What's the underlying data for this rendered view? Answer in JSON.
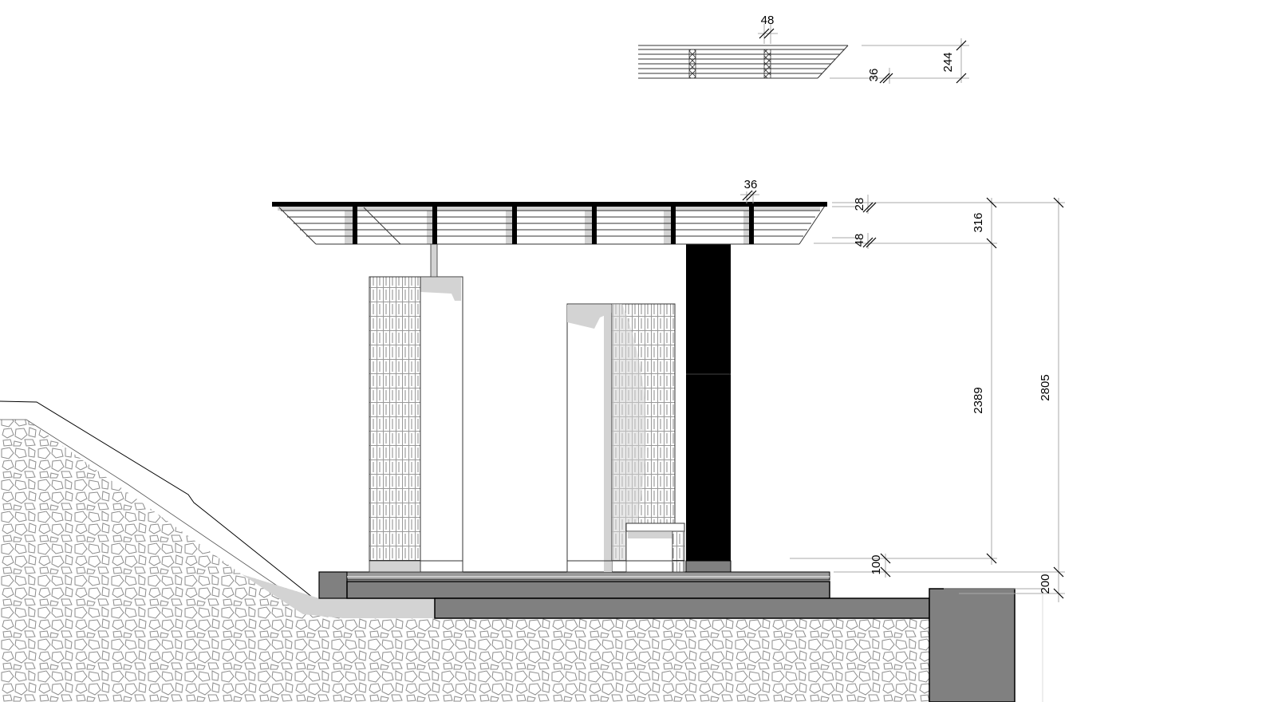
{
  "drawing": {
    "type": "architectural-section",
    "colors": {
      "background": "#ffffff",
      "line": "#000000",
      "concrete": "#808080",
      "shade": "#d3d3d3",
      "dim_line": "#b0b0b0",
      "stone_hatch": "#8c8c8c"
    }
  },
  "detail": {
    "dims": {
      "joist_width": "48",
      "edge_thickness": "36",
      "total_depth": "244"
    }
  },
  "section": {
    "dims": {
      "joist_width": "36",
      "top_plate": "28",
      "roof_depth": "316",
      "beam_depth": "48",
      "clear_height": "2389",
      "total_height": "2805",
      "floor_step": "100",
      "base_step": "200"
    }
  }
}
